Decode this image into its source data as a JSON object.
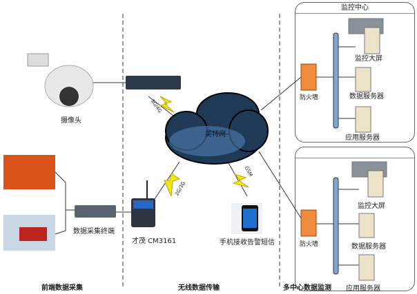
{
  "left": {
    "camera": "摄像头",
    "terminal": "数据采集终端",
    "section": "前端数据采集"
  },
  "middle": {
    "cloud": "英特网",
    "router": "才茂 CM3161",
    "phone": "手机接收告警短信",
    "link_camera": "3G/4G",
    "link_router": "2G/3G",
    "link_phone": "GSM",
    "section": "无线数据传输"
  },
  "right": {
    "section": "多中心数据监测",
    "panel1": {
      "title": "监控中心",
      "firewall": "防火墙",
      "screen": "监控大屏",
      "data_server": "数据服务器",
      "app_server": "应用服务器"
    },
    "panel2": {
      "title": "",
      "firewall": "防火墙",
      "screen": "监控大屏",
      "data_server": "数据服务器",
      "app_server": "应用服务器"
    }
  },
  "colors": {
    "cloud": "#1f3a57",
    "pipe": "#7fa7d0",
    "firewall": "#f08a3c",
    "bolt": "#f5e61a"
  }
}
